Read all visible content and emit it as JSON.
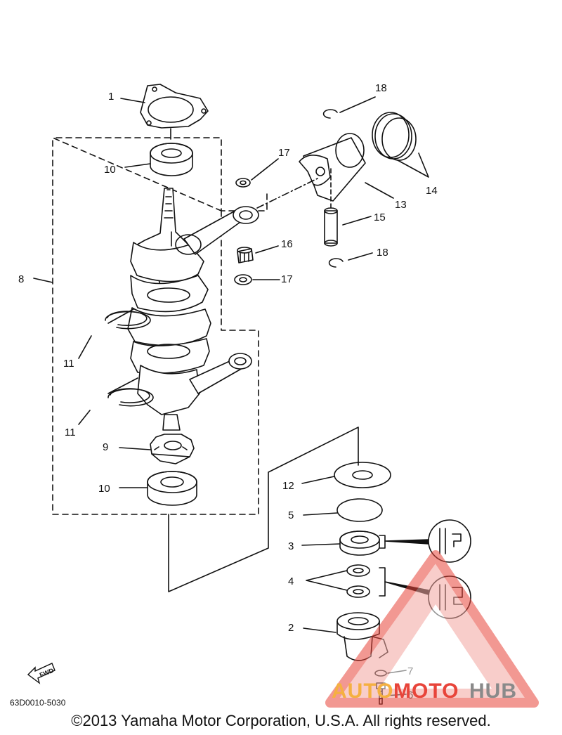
{
  "labels": {
    "p1": "1",
    "p2": "2",
    "p3": "3",
    "p4": "4",
    "p5": "5",
    "p6": "6",
    "p7": "7",
    "p8": "8",
    "p9": "9",
    "p10a": "10",
    "p10b": "10",
    "p11a": "11",
    "p11b": "11",
    "p12": "12",
    "p13": "13",
    "p14": "14",
    "p15": "15",
    "p16": "16",
    "p17a": "17",
    "p17b": "17",
    "p18a": "18",
    "p18b": "18"
  },
  "fwd_label": "FWD",
  "diagram_code": "63D0010-5030",
  "copyright": "©2013 Yamaha Motor Corporation, U.S.A. All rights reserved.",
  "watermark": {
    "part1": "AUTO",
    "part2": "MOTO",
    "part3": "HUB",
    "color_orange": "#f5b041",
    "color_red": "#e8443a",
    "color_gray": "#8a8a8a"
  },
  "icons": {
    "fwd": "fwd-arrow-icon",
    "watermark": "warning-triangle-icon"
  }
}
